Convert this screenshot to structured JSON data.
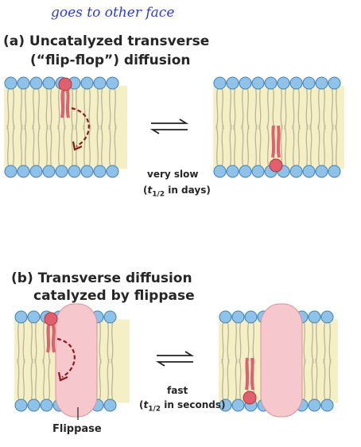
{
  "annotation": {
    "handwritten_note": "goes to other face"
  },
  "panel_a": {
    "title_line1": "(a) Uncatalyzed transverse",
    "title_line2": "(“flip-flop”) diffusion",
    "rate_line1": "very slow",
    "rate_t": "t",
    "rate_sub": "1/2",
    "rate_rest": " in days)"
  },
  "panel_b": {
    "title_line1": "(b) Transverse diffusion",
    "title_line2": "catalyzed by flippase",
    "rate_line1": "fast",
    "rate_t": "t",
    "rate_sub": "1/2",
    "rate_rest": " in seconds)",
    "protein_label": "Flippase"
  },
  "colors": {
    "headgroup": "#8fc2e8",
    "headgroup_stroke": "#3f7fb3",
    "tail": "#b9b49a",
    "core": "#f4efc4",
    "highlight_lipid": "#e06070",
    "flippase": "#f6c7cc",
    "arrow": "#8b1a1a",
    "handwriting": "#2a3fd1"
  },
  "icons": {
    "equilibrium": "equilibrium-arrows-icon",
    "movement": "curved-dashed-arrow-icon"
  }
}
